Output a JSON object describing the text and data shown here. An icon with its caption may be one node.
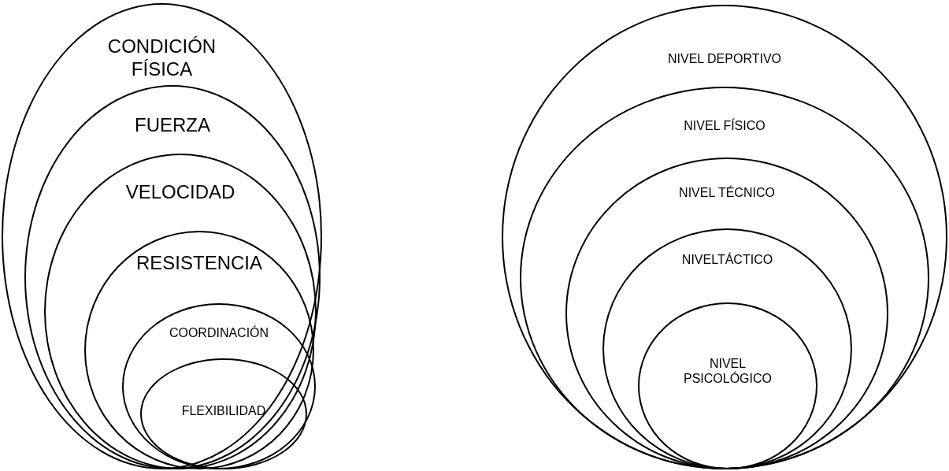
{
  "diagram": {
    "nodes": [
      {
        "text": [
          "CONDICIÓN FÍSICA"
        ]
      },
      {
        "text": [
          "FUERZA"
        ],
        "in": 0
      },
      {
        "text": [
          "VELOCIDAD"
        ],
        "in": 1
      },
      {
        "text": [
          "RESISTENCIA"
        ],
        "in": 2
      },
      {
        "text": [
          "COORDINACIÓN"
        ],
        "in": 3
      },
      {
        "text": [
          "FLEXIBILIDAD"
        ],
        "in": 4
      },
      {
        "text": [
          "NIVEL DEPORTIVO"
        ]
      },
      {
        "text": [
          "NIVEL FÍSICO"
        ],
        "in": 6
      },
      {
        "text": [
          "NIVEL TÉCNICO"
        ],
        "in": 7
      },
      {
        "text": [
          "NIVELTÁCTICO"
        ],
        "in": 8
      },
      {
        "text": [
          "NIVEL PSICOLÓGICO"
        ],
        "in": 9
      }
    ]
  }
}
